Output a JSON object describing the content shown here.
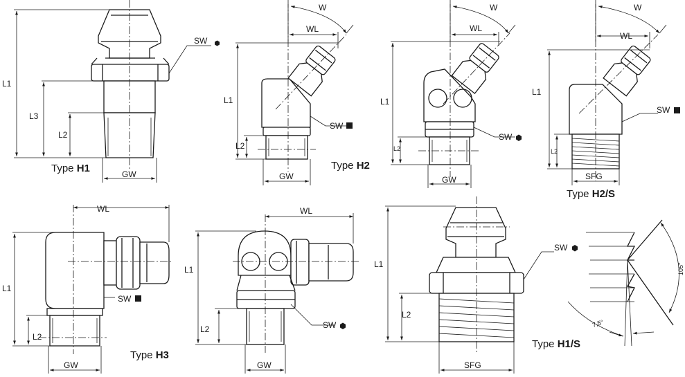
{
  "types": {
    "h1": {
      "prefix": "Type ",
      "code": "H1"
    },
    "h2": {
      "prefix": "Type ",
      "code": "H2"
    },
    "h2s": {
      "prefix": "Type ",
      "code": "H2/S"
    },
    "h3": {
      "prefix": "Type ",
      "code": "H3"
    },
    "h4": {
      "prefix": "",
      "code": ""
    },
    "h1s": {
      "prefix": "Type ",
      "code": "H1/S"
    }
  },
  "labels": {
    "L1": "L1",
    "L2": "L2",
    "L3": "L3",
    "GW": "GW",
    "W": "W",
    "WL": "WL",
    "SW": "SW",
    "SFG": "SFG"
  },
  "angles": {
    "thread": "105°",
    "flank": "7,5°"
  },
  "icons": {
    "hex": "hexagon-icon",
    "square": "square-icon"
  },
  "colors": {
    "line": "#1a1a1a",
    "background": "#ffffff"
  }
}
